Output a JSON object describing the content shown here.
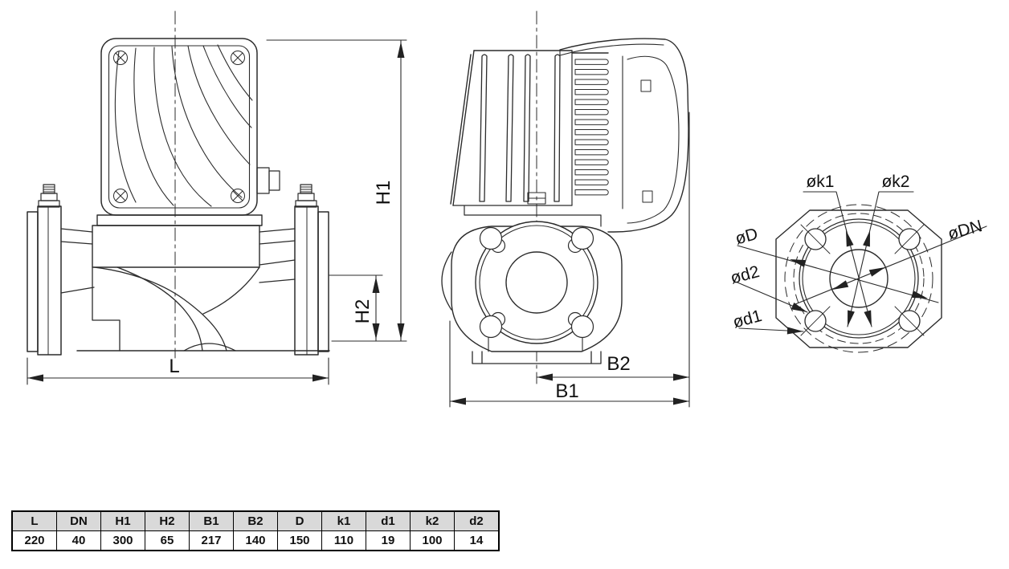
{
  "drawing": {
    "front_view": {
      "dim_L": "L",
      "dim_H1": "H1",
      "dim_H2": "H2"
    },
    "side_view": {
      "dim_B1": "B1",
      "dim_B2": "B2"
    },
    "flange_view": {
      "dim_k1": "øk1",
      "dim_k2": "øk2",
      "dim_D": "øD",
      "dim_DN": "øDN",
      "dim_d2": "ød2",
      "dim_d1": "ød1"
    }
  },
  "table": {
    "headers": [
      "L",
      "DN",
      "H1",
      "H2",
      "B1",
      "B2",
      "D",
      "k1",
      "d1",
      "k2",
      "d2"
    ],
    "values": [
      "220",
      "40",
      "300",
      "65",
      "217",
      "140",
      "150",
      "110",
      "19",
      "100",
      "14"
    ]
  },
  "colors": {
    "line": "#2b2b2b",
    "table_header_bg": "#d9d9d9",
    "table_border": "#000000",
    "background": "#ffffff"
  }
}
